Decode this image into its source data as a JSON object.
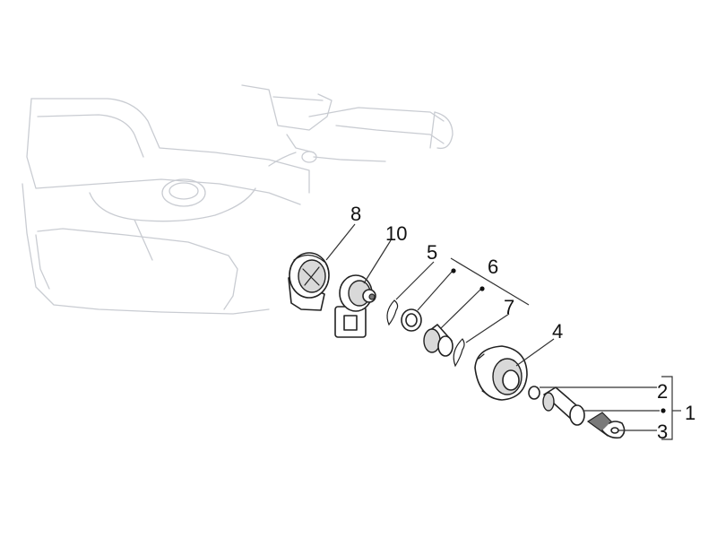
{
  "callouts": {
    "c1": "1",
    "c2": "2",
    "c3": "3",
    "c4": "4",
    "c5": "5",
    "c6": "6",
    "c7": "7",
    "c8": "8",
    "c10": "10"
  }
}
